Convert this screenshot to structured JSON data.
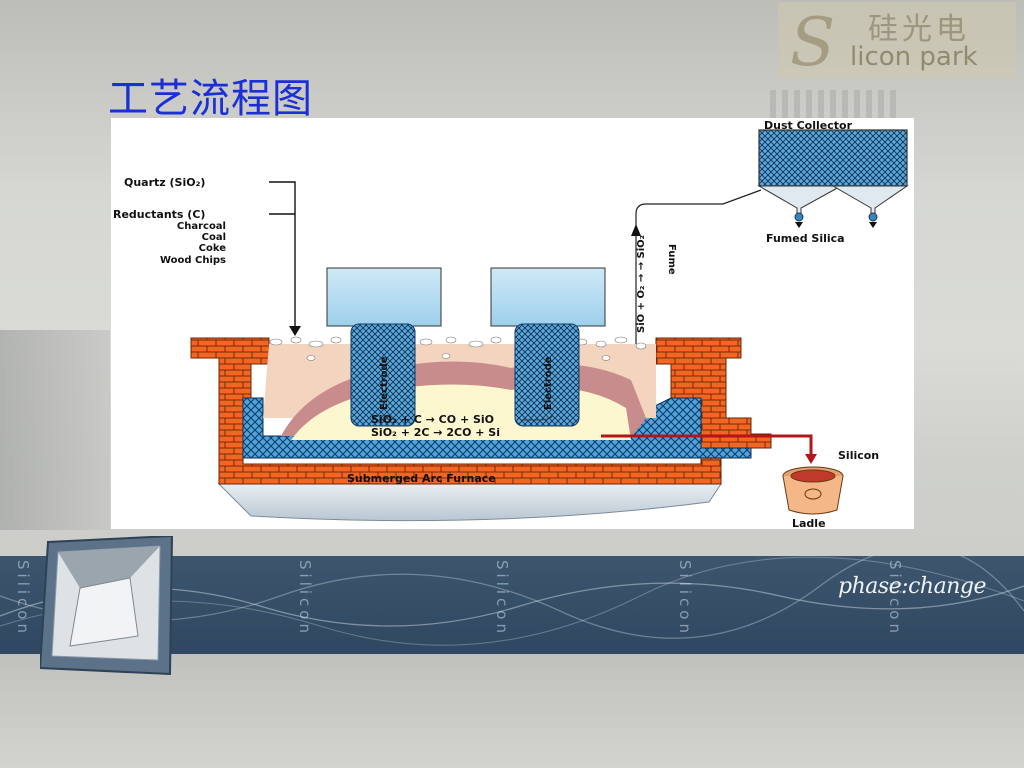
{
  "slide": {
    "title": "工艺流程图"
  },
  "logo": {
    "chinese": "硅光电",
    "english": "licon park",
    "initial": "S"
  },
  "diagram": {
    "dust_collector": "Dust Collector",
    "fumed_silica": "Fumed Silica",
    "quartz": "Quartz (SiO₂)",
    "reductants": "Reductants (C)",
    "reductant_items": [
      "Charcoal",
      "Coal",
      "Coke",
      "Wood Chips"
    ],
    "gas_stream": "SiO + O₂ → → SiO₂",
    "fume": "Fume",
    "electrode_left": "Electrode",
    "electrode_right": "Electrode",
    "reaction_1": "SiO₂ + C  →  CO + SiO",
    "reaction_2": "SiO₂ + 2C  →  2CO + Si",
    "furnace": "Submerged Arc Furnace",
    "silicon": "Silicon",
    "ladle": "Ladle"
  },
  "band": {
    "vertical_words": [
      "Silicon",
      "Silicon",
      "Silicon",
      "Silicon",
      "Silicon"
    ],
    "brand": "phase:change"
  },
  "colors": {
    "title": "#1a2fd6",
    "band": "#34506a",
    "brick": "#f26522",
    "hatch": "#2f86c8"
  }
}
